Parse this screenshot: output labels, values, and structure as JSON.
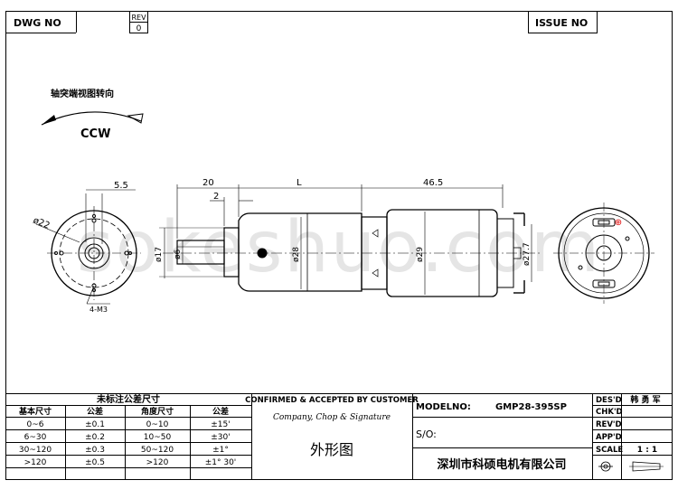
{
  "header": {
    "dwg_no_label": "DWG  NO",
    "rev_label": "REV",
    "rev_value": "0",
    "issue_no_label": "ISSUE  NO"
  },
  "rotation": {
    "caption": "轴突端视图转向",
    "direction": "CCW"
  },
  "dimensions": {
    "side_5_5": "5.5",
    "dia_22": "ø22",
    "holes": "4-M3",
    "len_20": "20",
    "len_2": "2",
    "len_L": "L",
    "len_46_5": "46.5",
    "dia_17": "ø17",
    "dia_6": "ø6",
    "dia_28": "ø28",
    "dia_29": "ø29",
    "dia_27_7": "ø27.7"
  },
  "watermark": "sokeshuo.com",
  "tolerance_table": {
    "title": "未标注公差尺寸",
    "headers": [
      "基本尺寸",
      "公差",
      "角度尺寸",
      "公差"
    ],
    "rows": [
      [
        "0~6",
        "±0.1",
        "0~10",
        "±15'"
      ],
      [
        "6~30",
        "±0.2",
        "10~50",
        "±30'"
      ],
      [
        "30~120",
        "±0.3",
        "50~120",
        "±1°"
      ],
      [
        ">120",
        "±0.5",
        ">120",
        "±1° 30'"
      ]
    ]
  },
  "confirmation": {
    "title": "CONFIRMED & ACCEPTED BY CUSTOMER",
    "subtitle": "Company, Chop & Signature",
    "drawing_name": "外形图"
  },
  "title_block": {
    "model_label": "MODELNO:",
    "model_value": "GMP28-395SP",
    "so_label": "S/O:",
    "company": "深圳市科硕电机有限公司"
  },
  "sign_block": {
    "des_label": "DES'D",
    "des_value": "韩 勇 军",
    "chk_label": "CHK'D",
    "rev_label": "REV'D",
    "app_label": "APP'D",
    "scale_label": "SCALE",
    "scale_value": "1 : 1"
  }
}
